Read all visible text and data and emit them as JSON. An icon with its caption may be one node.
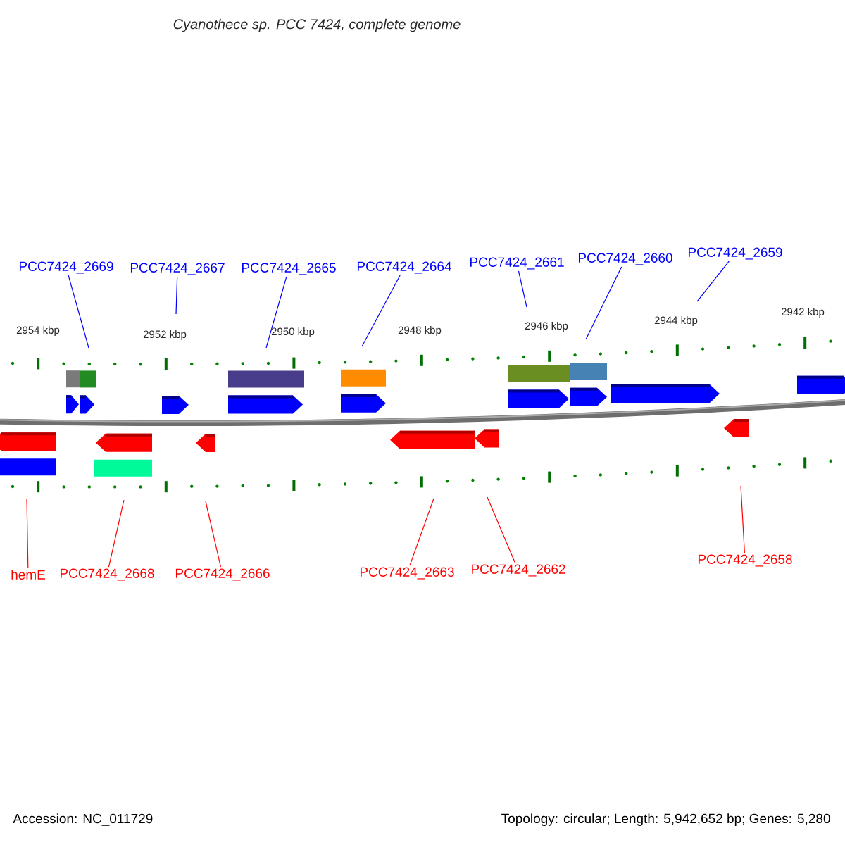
{
  "diagram": {
    "title": "Cyanothece sp. PCC 7424, complete genome",
    "nodes": [
      {
        "text": [
          "PCC7424_2669"
        ]
      },
      {
        "text": [
          "PCC7424_2667"
        ]
      },
      {
        "text": [
          "PCC7424_2665"
        ]
      },
      {
        "text": [
          "PCC7424_2664"
        ]
      },
      {
        "text": [
          "PCC7424_2661"
        ]
      },
      {
        "text": [
          "PCC7424_2660"
        ]
      },
      {
        "text": [
          "PCC7424_2659"
        ]
      },
      {
        "text": [
          "hemE"
        ]
      },
      {
        "text": [
          "PCC7424_2668"
        ]
      },
      {
        "text": [
          "PCC7424_2666"
        ]
      },
      {
        "text": [
          "PCC7424_2663"
        ]
      },
      {
        "text": [
          "PCC7424_2662"
        ]
      },
      {
        "text": [
          "PCC7424_2658"
        ]
      }
    ],
    "edges": [
      {
        "from": 0,
        "to": null,
        "arrow": "none"
      },
      {
        "from": 1,
        "to": null,
        "arrow": "none"
      },
      {
        "from": 2,
        "to": null,
        "arrow": "none"
      },
      {
        "from": 3,
        "to": null,
        "arrow": "none"
      },
      {
        "from": 4,
        "to": null,
        "arrow": "none"
      },
      {
        "from": 5,
        "to": null,
        "arrow": "none"
      },
      {
        "from": 6,
        "to": null,
        "arrow": "none"
      },
      {
        "from": 7,
        "to": null,
        "arrow": "none",
        "color": "#ff0000"
      },
      {
        "from": 8,
        "to": null,
        "arrow": "none",
        "color": "#ff0000"
      },
      {
        "from": 9,
        "to": null,
        "arrow": "none",
        "color": "#ff0000"
      },
      {
        "from": 10,
        "to": null,
        "arrow": "none",
        "color": "#ff0000"
      },
      {
        "from": 11,
        "to": null,
        "arrow": "none",
        "color": "#ff0000"
      },
      {
        "from": 12,
        "to": null,
        "arrow": "none",
        "color": "#ff0000"
      }
    ],
    "labels": [
      "2954 kbp",
      "2952 kbp",
      "2950 kbp",
      "2948 kbp",
      "2946 kbp",
      "2944 kbp",
      "2942 kbp",
      "Accession: NC_011729",
      "Topology: circular; Length: 5,942,652 bp; Genes: 5,280"
    ]
  }
}
